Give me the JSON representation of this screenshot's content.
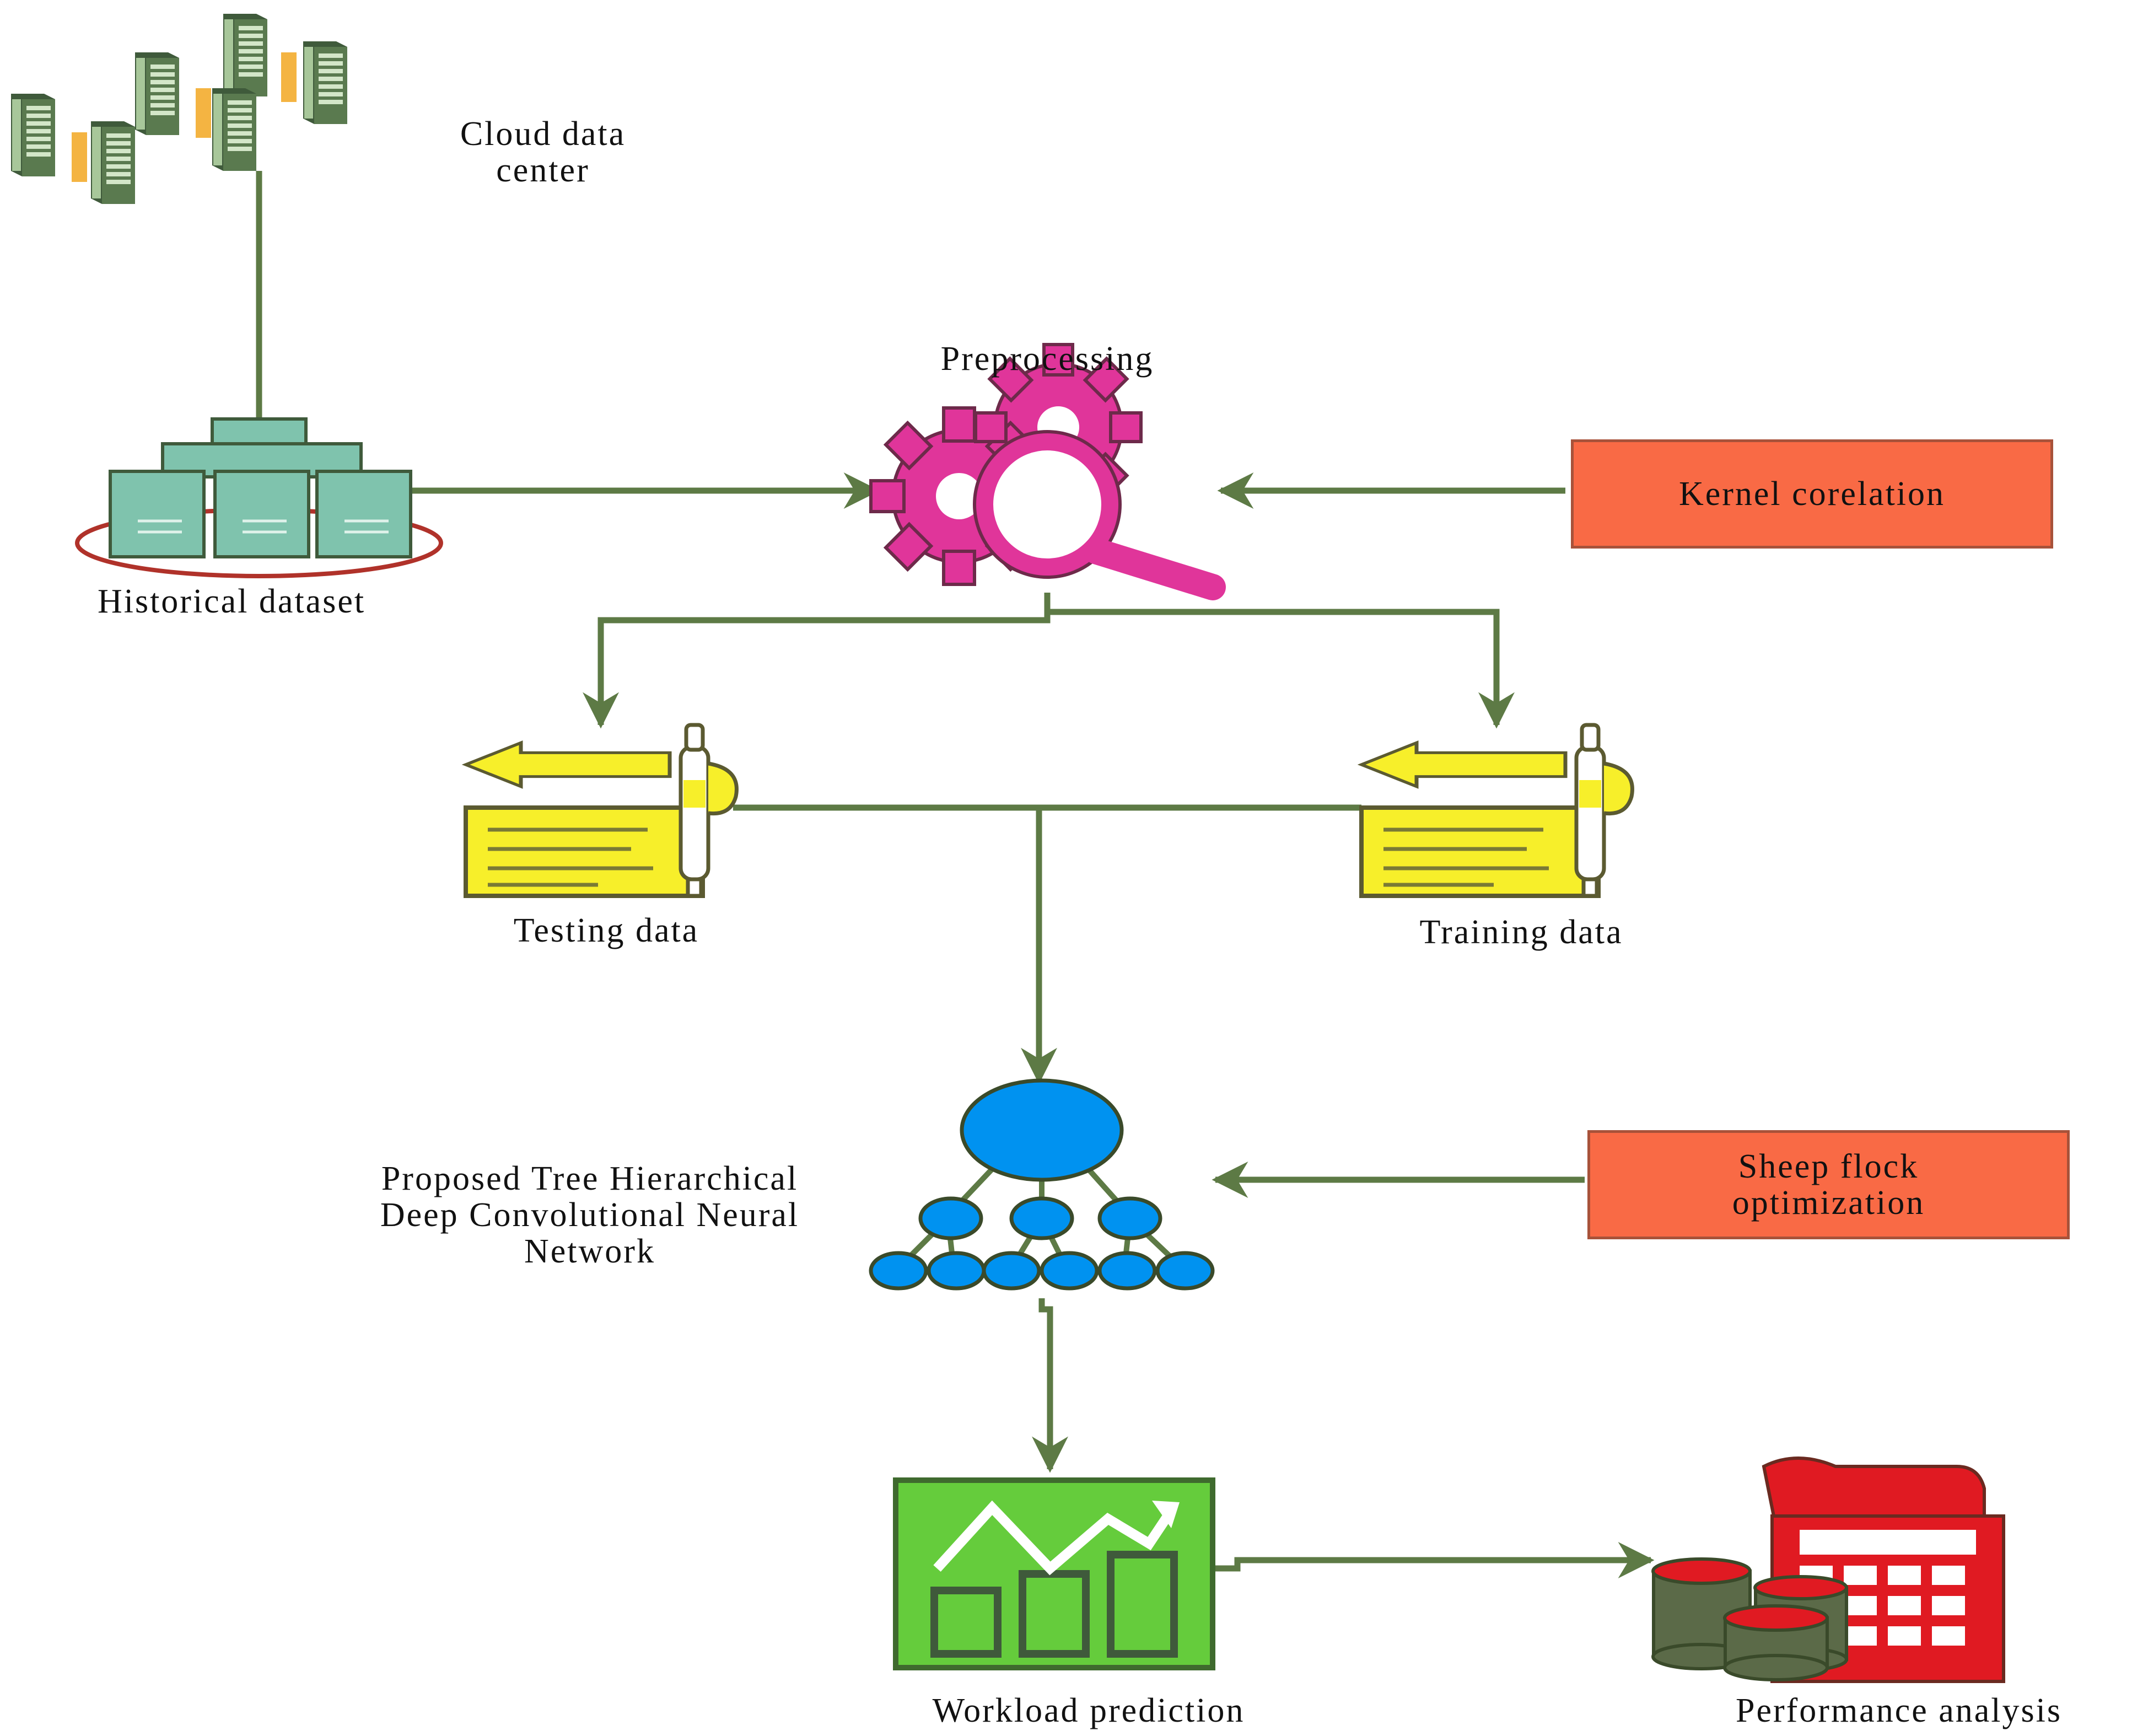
{
  "labels": {
    "cloud_data_center": "Cloud data\ncenter",
    "preprocessing": "Preprocessing",
    "historical_dataset": "Historical dataset",
    "kernel_correlation": "Kernel corelation",
    "testing_data": "Testing data",
    "training_data": "Training data",
    "proposed_model": "Proposed Tree Hierarchical\nDeep Convolutional Neural\nNetwork",
    "sheep_flock": "Sheep flock\noptimization",
    "workload_prediction": "Workload prediction",
    "performance_analysis": "Performance analysis"
  },
  "icons": {
    "cloud": "server-rack-cluster-icon",
    "dataset": "server-stack-icon",
    "preprocessing": "gears-magnifier-icon",
    "testing": "document-pen-icon",
    "training": "document-pen-icon",
    "network": "hierarchical-tree-icon",
    "prediction": "bar-chart-trend-icon",
    "performance": "database-calculator-icon"
  },
  "colors": {
    "connector": "#5d7a45",
    "method_box": "#f96a45",
    "gear": "#e0359a",
    "document": "#f7ef2a",
    "node": "#0092f0",
    "prediction": "#65cc3c",
    "calculator": "#e01a22",
    "database": "#5b6a48",
    "server": "#6aa27f"
  }
}
